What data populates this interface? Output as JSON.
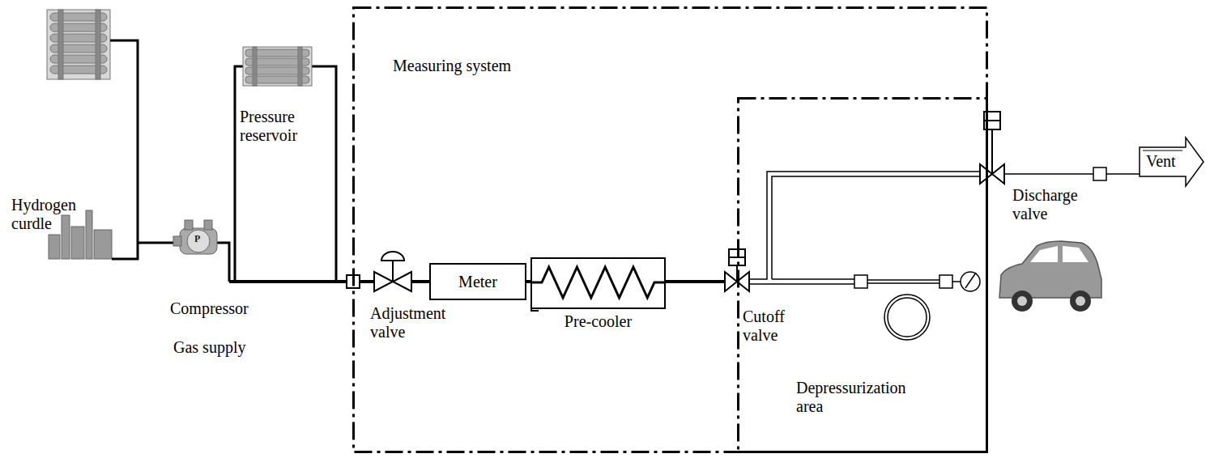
{
  "diagram": {
    "nodes": [
      {
        "text": [
          "Measuring system"
        ]
      },
      {
        "text": [
          "Depressurization area"
        ],
        "in": 0
      },
      {
        "text": [
          "Meter"
        ],
        "in": 0
      },
      {
        "text": [
          "Pre-cooler"
        ],
        "in": 0
      },
      {
        "text": [
          "Vent"
        ]
      }
    ],
    "edges": [
      {
        "from": 2,
        "to": 3,
        "arrow": "none"
      }
    ],
    "labels": [
      "Hydrogen curdle",
      "P",
      "Pressure reservoir",
      "Compressor",
      "Gas supply",
      "Adjustment valve",
      "Cutoff valve",
      "Discharge valve"
    ]
  }
}
